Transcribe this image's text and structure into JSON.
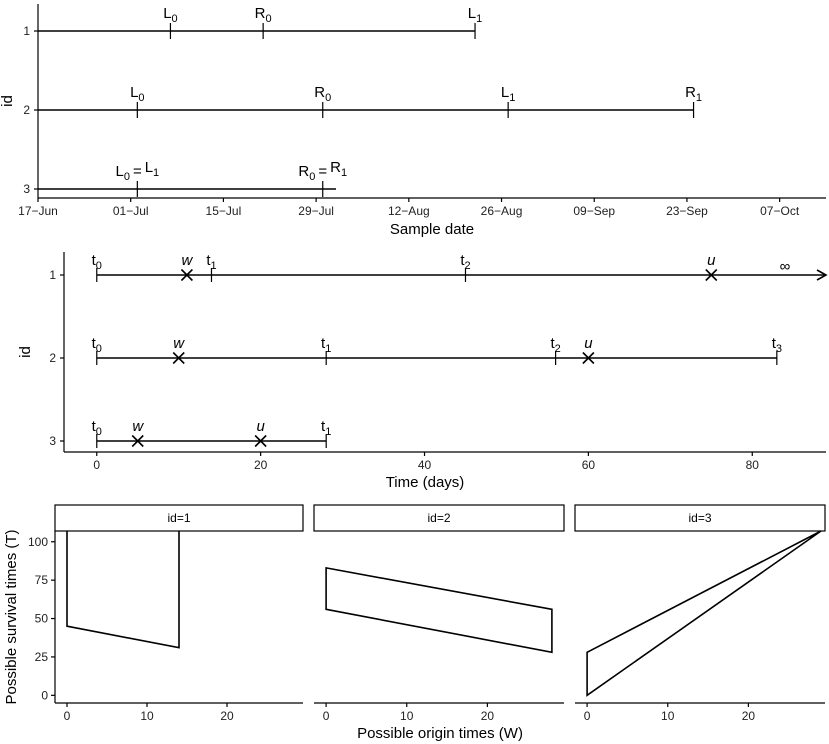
{
  "chart_data": [
    {
      "type": "timeline",
      "panel": "top",
      "xlabel": "Sample date",
      "ylabel": "id",
      "x_is_date": true,
      "xlim": [
        "2016-06-17",
        "2016-10-14"
      ],
      "x_ticks": [
        {
          "date": "2016-06-17",
          "label": "17−Jun"
        },
        {
          "date": "2016-07-01",
          "label": "01−Jul"
        },
        {
          "date": "2016-07-15",
          "label": "15−Jul"
        },
        {
          "date": "2016-07-29",
          "label": "29−Jul"
        },
        {
          "date": "2016-08-12",
          "label": "12−Aug"
        },
        {
          "date": "2016-08-26",
          "label": "26−Aug"
        },
        {
          "date": "2016-09-09",
          "label": "09−Sep"
        },
        {
          "date": "2016-09-23",
          "label": "23−Sep"
        },
        {
          "date": "2016-10-07",
          "label": "07−Oct"
        }
      ],
      "rows": [
        {
          "id": 1,
          "line_start": "2016-06-17",
          "line_end": "2016-08-22",
          "marks": [
            {
              "date": "2016-07-07",
              "main": "L",
              "sub": "0"
            },
            {
              "date": "2016-07-21",
              "main": "R",
              "sub": "0"
            },
            {
              "date": "2016-08-22",
              "main": "L",
              "sub": "1"
            }
          ]
        },
        {
          "id": 2,
          "line_start": "2016-06-17",
          "line_end": "2016-09-24",
          "marks": [
            {
              "date": "2016-07-02",
              "main": "L",
              "sub": "0"
            },
            {
              "date": "2016-07-30",
              "main": "R",
              "sub": "0"
            },
            {
              "date": "2016-08-27",
              "main": "L",
              "sub": "1"
            },
            {
              "date": "2016-09-24",
              "main": "R",
              "sub": "1"
            }
          ]
        },
        {
          "id": 3,
          "line_start": "2016-06-17",
          "line_end": "2016-08-01",
          "marks": [
            {
              "date": "2016-07-02",
              "main": "L",
              "sub": "0",
              "main2": "L",
              "sub2": "1"
            },
            {
              "date": "2016-07-30",
              "main": "R",
              "sub": "0",
              "main2": "R",
              "sub2": "1"
            }
          ]
        }
      ]
    },
    {
      "type": "timeline",
      "panel": "middle",
      "xlabel": "Time (days)",
      "ylabel": "id",
      "xlim": [
        -4,
        89
      ],
      "x_ticks": [
        0,
        20,
        40,
        60,
        80
      ],
      "rows": [
        {
          "id": 1,
          "line_start": 0,
          "line_end": 89,
          "arrow": true,
          "infinity_at": 84,
          "infinity_label": "∞",
          "ticks": [
            {
              "x": 0,
              "main": "t",
              "sub": "0"
            },
            {
              "x": 14,
              "main": "t",
              "sub": "1"
            },
            {
              "x": 45,
              "main": "t",
              "sub": "2"
            }
          ],
          "crosses": [
            {
              "x": 11,
              "label": "w"
            },
            {
              "x": 75,
              "label": "u"
            }
          ]
        },
        {
          "id": 2,
          "line_start": 0,
          "line_end": 83,
          "ticks": [
            {
              "x": 0,
              "main": "t",
              "sub": "0"
            },
            {
              "x": 28,
              "main": "t",
              "sub": "1"
            },
            {
              "x": 56,
              "main": "t",
              "sub": "2"
            },
            {
              "x": 83,
              "main": "t",
              "sub": "3"
            }
          ],
          "crosses": [
            {
              "x": 10,
              "label": "w"
            },
            {
              "x": 60,
              "label": "u"
            }
          ]
        },
        {
          "id": 3,
          "line_start": 0,
          "line_end": 28,
          "ticks": [
            {
              "x": 0,
              "main": "t",
              "sub": "0"
            },
            {
              "x": 28,
              "main": "t",
              "sub": "1"
            }
          ],
          "crosses": [
            {
              "x": 5,
              "label": "w"
            },
            {
              "x": 20,
              "label": "u"
            }
          ]
        }
      ]
    },
    {
      "type": "polygon-facets",
      "panel": "bottom",
      "xlabel": "Possible origin times (W)",
      "ylabel": "Possible survival times (T)",
      "xlim": [
        -1.5,
        29.5
      ],
      "ylim": [
        -5,
        107
      ],
      "x_ticks": [
        0,
        10,
        20
      ],
      "y_ticks": [
        0,
        25,
        50,
        75,
        100
      ],
      "facets": [
        {
          "label": "id=1",
          "polygon": [
            [
              0,
              107
            ],
            [
              0,
              45
            ],
            [
              14,
              31
            ],
            [
              14,
              107
            ]
          ],
          "open_top": true
        },
        {
          "label": "id=2",
          "polygon": [
            [
              0,
              83
            ],
            [
              28,
              56
            ],
            [
              28,
              28
            ],
            [
              0,
              56
            ]
          ],
          "open_top": false
        },
        {
          "label": "id=3",
          "polygon": [
            [
              0,
              28
            ],
            [
              29,
              107
            ],
            [
              0,
              0
            ]
          ],
          "open_top": false
        }
      ]
    }
  ]
}
